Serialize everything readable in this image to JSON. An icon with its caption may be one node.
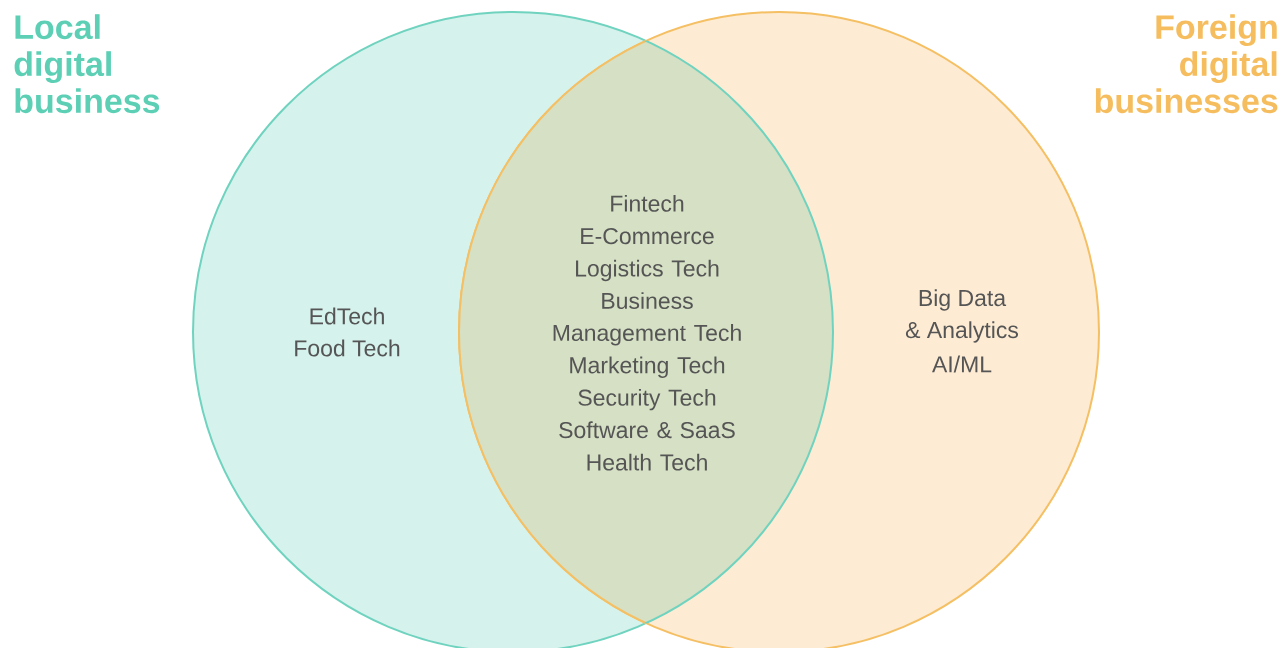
{
  "diagram": {
    "nodes": [
      {
        "text": [
          "Local digital business",
          "EdTech",
          "Food Tech"
        ]
      },
      {
        "text": [
          "Foreign digital businesses",
          "Big Data",
          "& Analytics",
          "AI/ML"
        ]
      }
    ],
    "labels": [
      "Fintech",
      "E-Commerce",
      "Logistics Tech",
      "Business Management Tech",
      "Marketing Tech",
      "Security Tech",
      "Software & SaaS",
      "Health Tech"
    ]
  }
}
